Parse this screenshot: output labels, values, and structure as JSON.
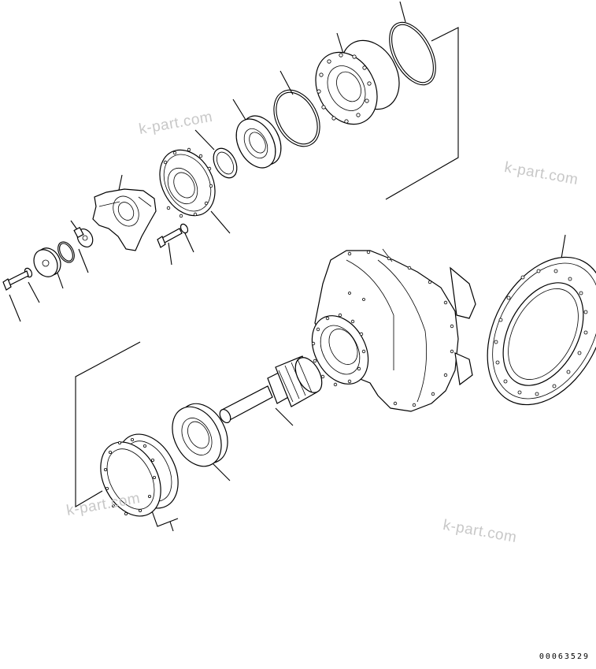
{
  "watermarks": [
    "k-part.com",
    "k-part.com",
    "k-part.com",
    "k-part.com"
  ],
  "drawing_code": "00063529"
}
